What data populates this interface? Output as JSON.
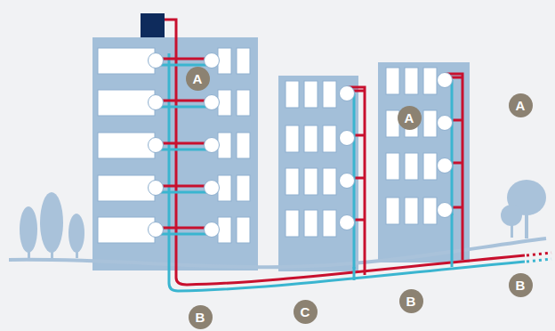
{
  "diagram": {
    "nodes": [
      {
        "text": [
          "A"
        ]
      },
      {
        "text": [
          "A"
        ]
      },
      {
        "text": [
          "A"
        ]
      },
      {
        "text": [
          "B"
        ]
      },
      {
        "text": [
          "B"
        ]
      },
      {
        "text": [
          "C"
        ]
      },
      {
        "text": [
          "B"
        ]
      }
    ]
  }
}
